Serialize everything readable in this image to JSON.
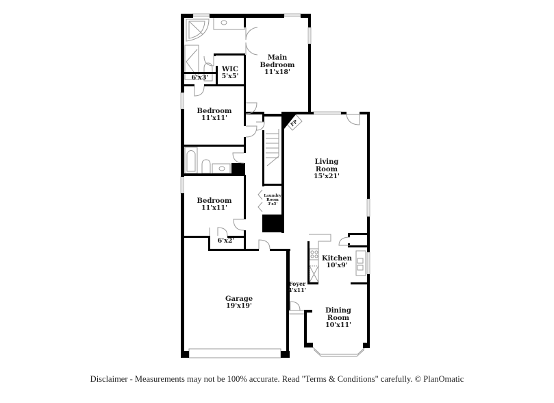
{
  "floorplan": {
    "rooms": [
      {
        "id": "main-bedroom",
        "name": "Main\nBedroom",
        "name_lines": [
          "Main",
          "Bedroom"
        ],
        "dimensions": "11'x18'"
      },
      {
        "id": "wic",
        "name_lines": [
          "WIC"
        ],
        "dimensions": "5'x5'"
      },
      {
        "id": "closet-6x3",
        "name_lines": [],
        "dimensions": "6'x3'"
      },
      {
        "id": "bedroom-1",
        "name_lines": [
          "Bedroom"
        ],
        "dimensions": "11'x11'"
      },
      {
        "id": "bedroom-2",
        "name_lines": [
          "Bedroom"
        ],
        "dimensions": "11'x11'"
      },
      {
        "id": "closet-6x2",
        "name_lines": [],
        "dimensions": "6'x2'"
      },
      {
        "id": "living-room",
        "name_lines": [
          "Living",
          "Room"
        ],
        "dimensions": "15'x21'"
      },
      {
        "id": "laundry-room",
        "name_lines": [
          "Laundry",
          "Room"
        ],
        "dimensions": "3'x5'"
      },
      {
        "id": "kitchen",
        "name_lines": [
          "Kitchen"
        ],
        "dimensions": "10'x9'"
      },
      {
        "id": "foyer",
        "name_lines": [
          "Foyer"
        ],
        "dimensions": "4'x11'"
      },
      {
        "id": "dining-room",
        "name_lines": [
          "Dining",
          "Room"
        ],
        "dimensions": "10'x11'"
      },
      {
        "id": "garage",
        "name_lines": [
          "Garage"
        ],
        "dimensions": "19'x19'"
      }
    ],
    "fireplace_label": "FP",
    "wall_color": "#000000",
    "fixture_color": "#9a9a9a",
    "window_color": "#b5b5b5"
  },
  "labels": {
    "main_bedroom": {
      "l1": "Main",
      "l2": "Bedroom",
      "dim": "11'x18'"
    },
    "wic": {
      "l1": "WIC",
      "dim": "5'x5'"
    },
    "closet_6x3": {
      "dim": "6'x3'"
    },
    "bedroom_1": {
      "l1": "Bedroom",
      "dim": "11'x11'"
    },
    "bedroom_2": {
      "l1": "Bedroom",
      "dim": "11'x11'"
    },
    "closet_6x2": {
      "dim": "6'x2'"
    },
    "living_room": {
      "l1": "Living",
      "l2": "Room",
      "dim": "15'x21'"
    },
    "laundry_room": {
      "l1": "Laundry",
      "l2": "Room",
      "dim": "3'x5'"
    },
    "kitchen": {
      "l1": "Kitchen",
      "dim": "10'x9'"
    },
    "foyer": {
      "l1": "Foyer",
      "dim": "4'x11'"
    },
    "dining_room": {
      "l1": "Dining",
      "l2": "Room",
      "dim": "10'x11'"
    },
    "garage": {
      "l1": "Garage",
      "dim": "19'x19'"
    },
    "fp": "FP"
  },
  "footer": {
    "disclaimer": "Disclaimer - Measurements may not be 100% accurate. Read \"Terms & Conditions\" carefully. © PlanOmatic"
  }
}
